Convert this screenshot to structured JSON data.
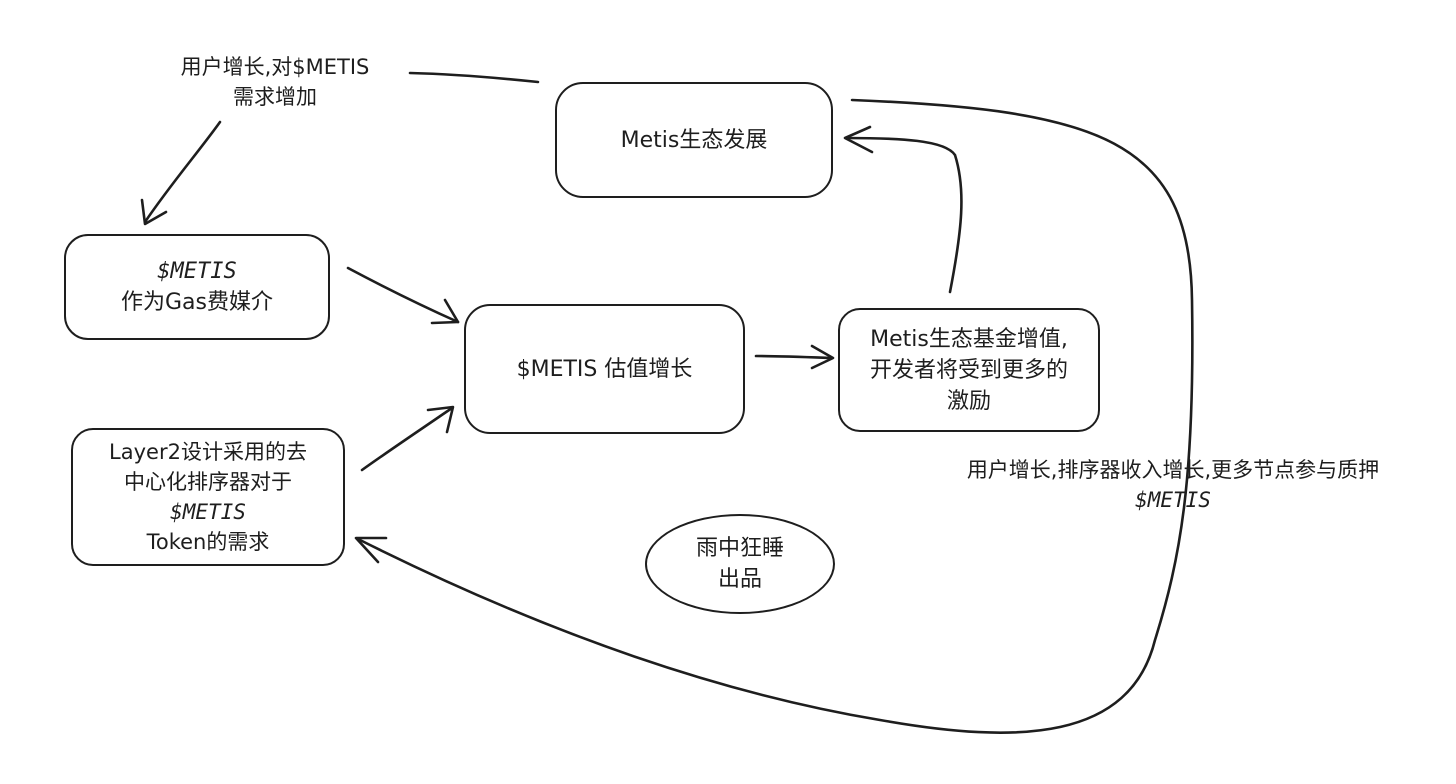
{
  "nodes": {
    "ecosystem": {
      "lines": [
        "Metis生态发展"
      ]
    },
    "gas_medium": {
      "lines": [
        "$METIS",
        "作为Gas费媒介"
      ]
    },
    "valuation": {
      "lines": [
        "$METIS 估值增长"
      ]
    },
    "fund": {
      "lines": [
        "Metis生态基金增值,",
        "开发者将受到更多的",
        "激励"
      ]
    },
    "sequencer_demand": {
      "lines": [
        "Layer2设计采用的去",
        "中心化排序器对于",
        "$METIS",
        "Token的需求"
      ]
    },
    "credit": {
      "lines": [
        "雨中狂睡",
        "出品"
      ]
    }
  },
  "edge_labels": {
    "user_growth_demand": {
      "lines": [
        "用户增长,对$METIS",
        "需求增加"
      ]
    },
    "sequencer_staking": {
      "lines": [
        "用户增长,排序器收入增长,更多节点参与质押",
        "$METIS"
      ]
    }
  }
}
